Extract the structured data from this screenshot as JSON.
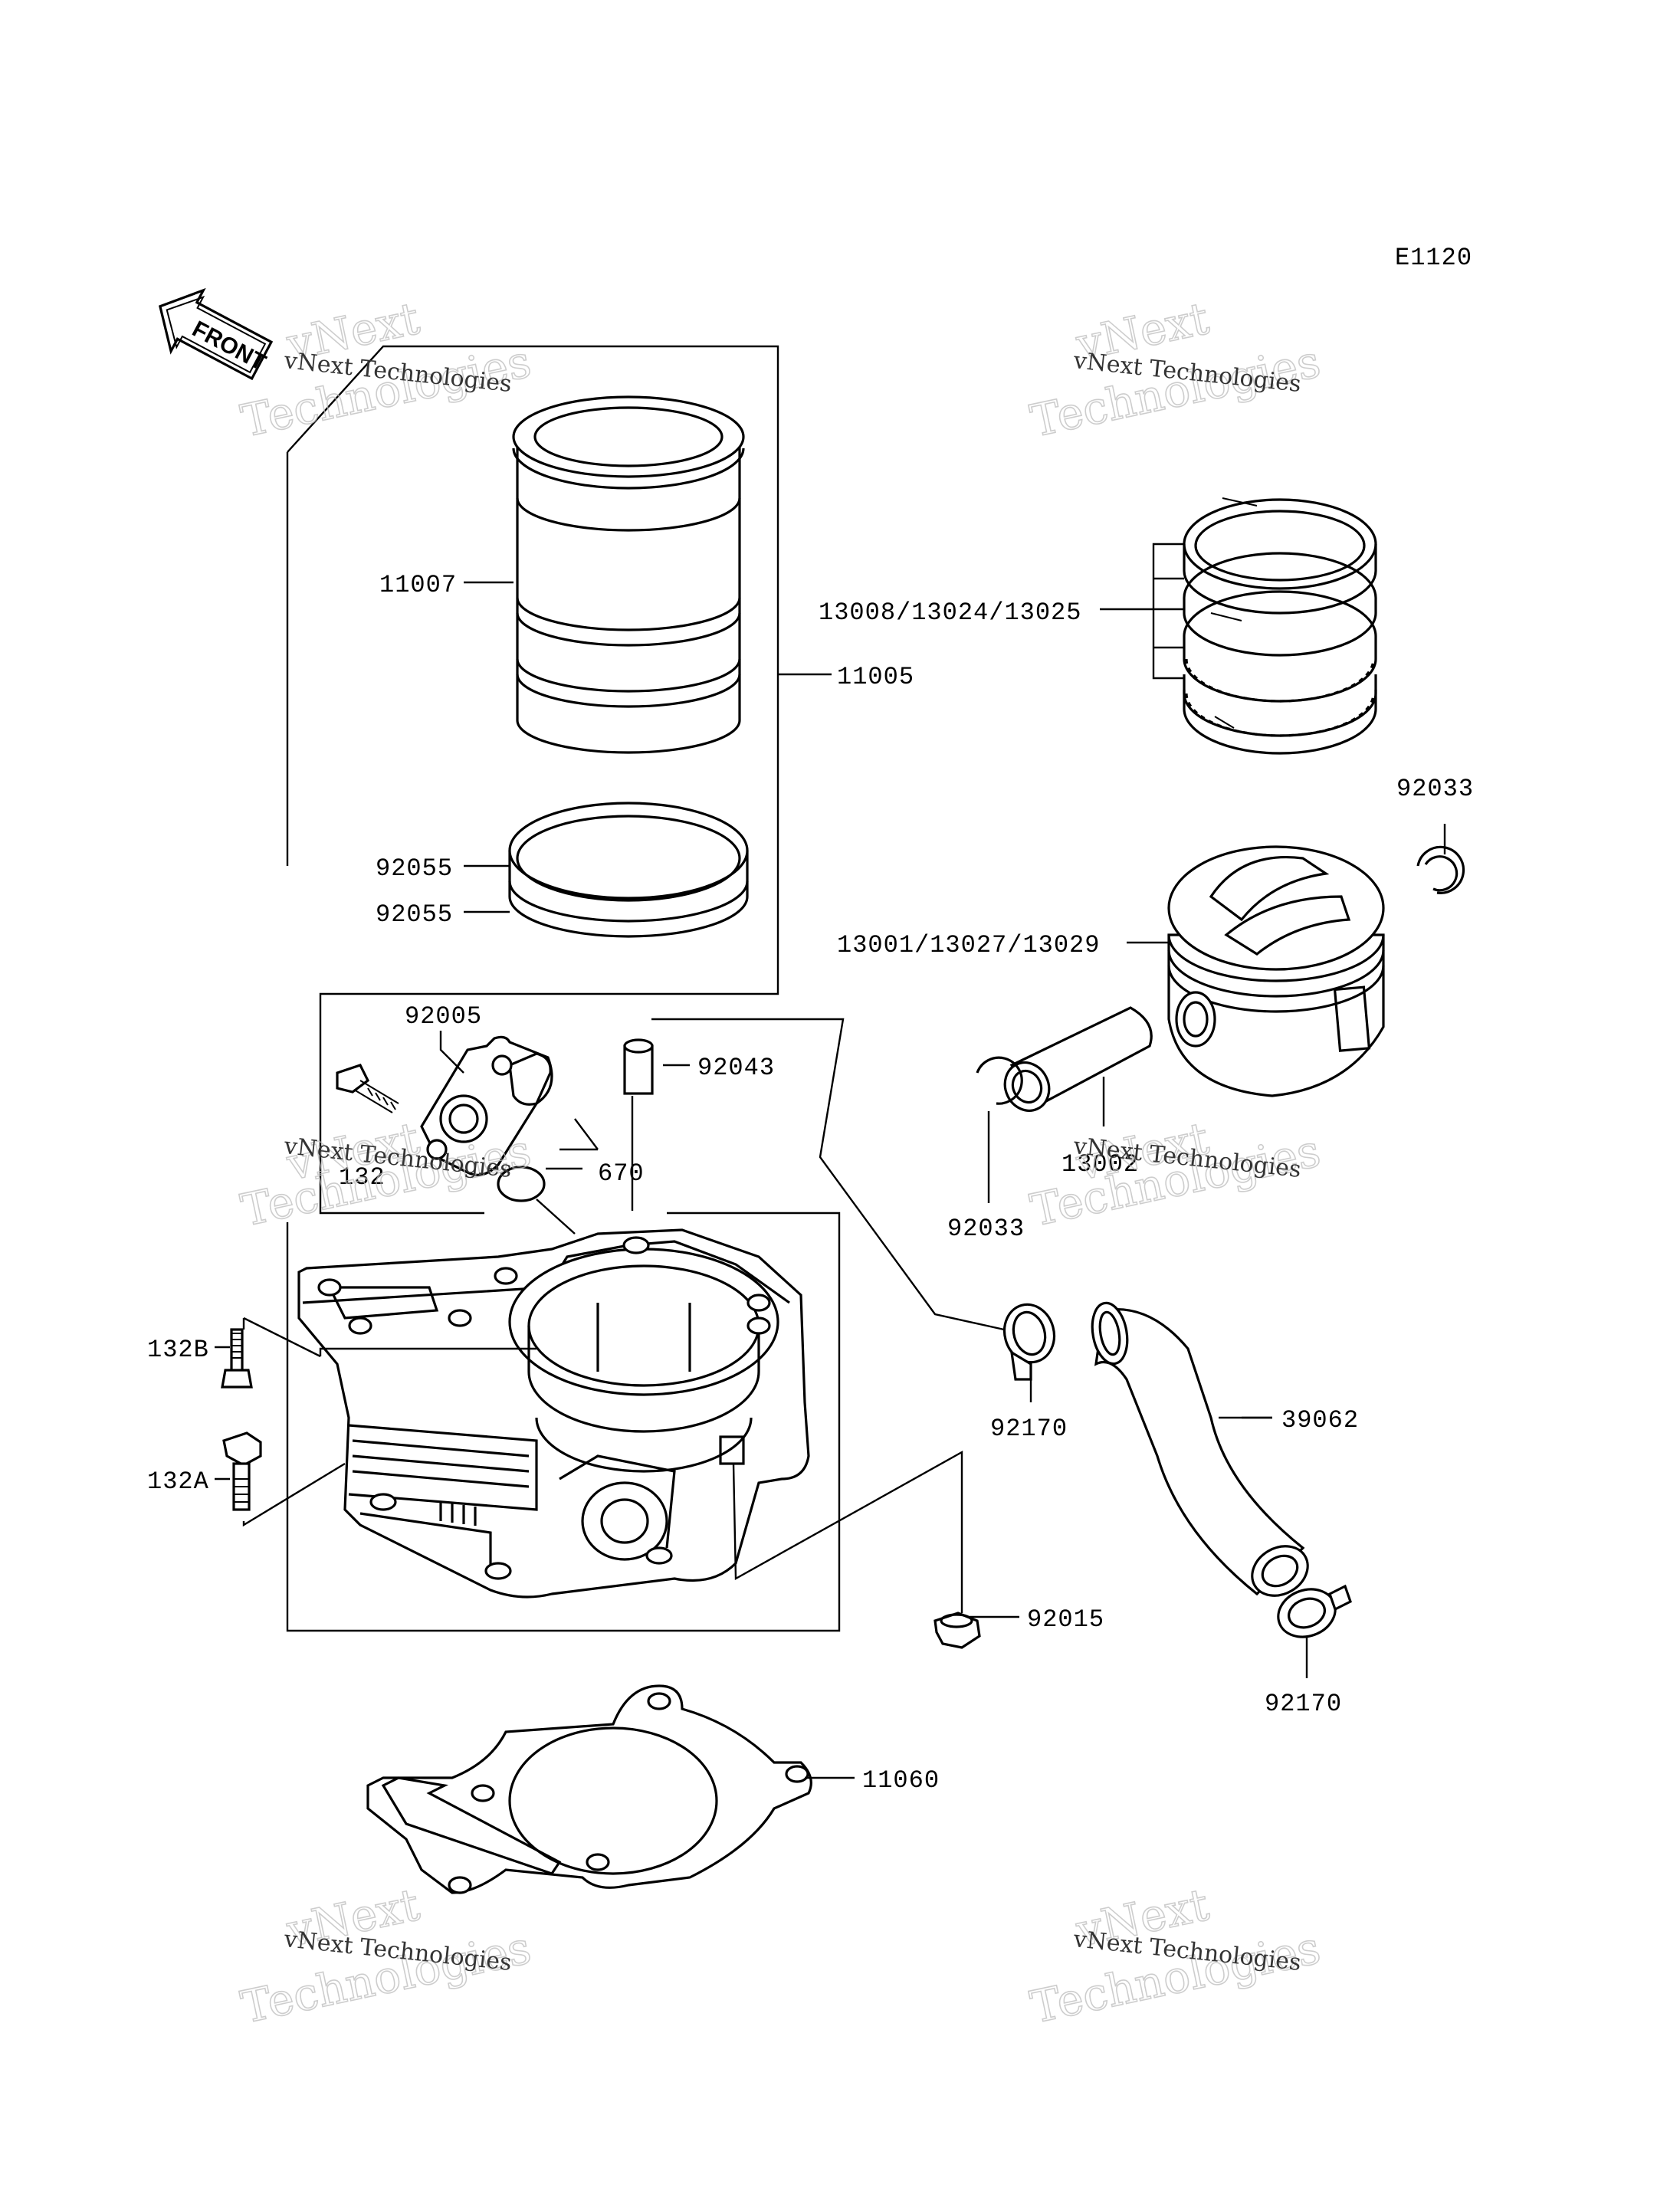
{
  "diagram_code": "E1120",
  "front_label": "FRONT",
  "watermark": {
    "line1": "vNext Technologies",
    "big_line1": "vNext",
    "big_line2": "Technologies"
  },
  "parts": {
    "p11007": "11007",
    "p11005": "11005",
    "p92055a": "92055",
    "p92055b": "92055",
    "p13008": "13008/13024/13025",
    "p92033a": "92033",
    "p13001": "13001/13027/13029",
    "p92005": "92005",
    "p92043": "92043",
    "p132": "132",
    "p670": "670",
    "p13002": "13002",
    "p92033b": "92033",
    "p132B": "132B",
    "p132A": "132A",
    "p92170a": "92170",
    "p39062": "39062",
    "p92015": "92015",
    "p92170b": "92170",
    "p11060": "11060"
  }
}
